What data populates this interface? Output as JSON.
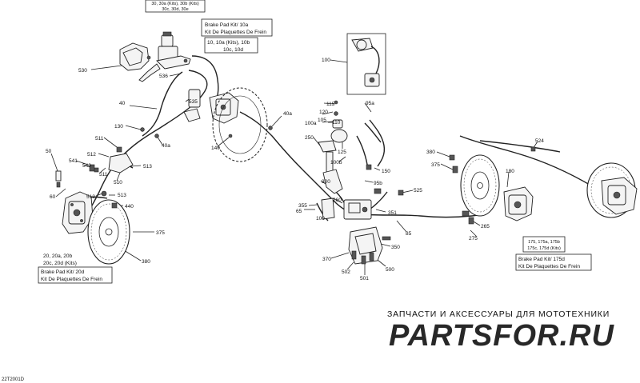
{
  "callouts": {
    "c30": "30, 30a (Kits), 30b (Kits)",
    "c30b": "30c, 30d, 30e",
    "kit10a_1": "Brake Pad Kit/ 10a",
    "kit10a_2": "Kit De Plaquettes De Frein",
    "c10": "10, 10a (Kits), 10b",
    "c10b": "10c, 10d",
    "kit20d_1": "Brake Pad Kit/ 20d",
    "kit20d_2": "Kit De Plaquettes De Frein",
    "c20": "20, 20a, 20b",
    "c20b": "20c, 20d (Kits)",
    "kit175d_1": "Brake Pad Kit/ 175d",
    "kit175d_2": "Kit De Plaquettes De Frein",
    "c175": "175, 175a, 175b",
    "c175b": "175c, 175d (Kits)"
  },
  "labels": {
    "n530": "530",
    "n536": "536",
    "n535": "535",
    "n40": "40",
    "n130": "130",
    "n40a_left": "40a",
    "n140": "140",
    "n40a_right": "40a",
    "n511_top": "511",
    "n50": "50",
    "n541": "541",
    "n540": "540",
    "n512_top": "512",
    "n513_top": "513",
    "n60": "60",
    "n511_bot": "511",
    "n510": "510",
    "n512_bot": "512",
    "n513_bot": "513",
    "n440": "440",
    "n375_left": "375",
    "n380_left": "380",
    "n100_top": "100",
    "n115": "115",
    "n120": "120",
    "n105": "105",
    "n110": "110",
    "n95a": "95a",
    "n100a": "100a",
    "n250": "250",
    "n125": "125",
    "n100b": "100b",
    "n150": "150",
    "n95b": "95b",
    "n300": "300",
    "n355": "355",
    "n65": "65",
    "n260": "260",
    "n351": "351",
    "n525": "525",
    "n100_bot": "100",
    "n85": "85",
    "n370": "370",
    "n350": "350",
    "n502": "502",
    "n501": "501",
    "n500": "500",
    "n380_right": "380",
    "n375_right": "375",
    "n180": "180",
    "n524": "524",
    "n265": "265",
    "n275": "275"
  },
  "watermark": {
    "line1": "ЗАПЧАСТИ И АКСЕССУАРЫ ДЛЯ МОТОТЕХНИКИ",
    "line2": "PARTSFOR.RU"
  },
  "code": "22T2001D"
}
